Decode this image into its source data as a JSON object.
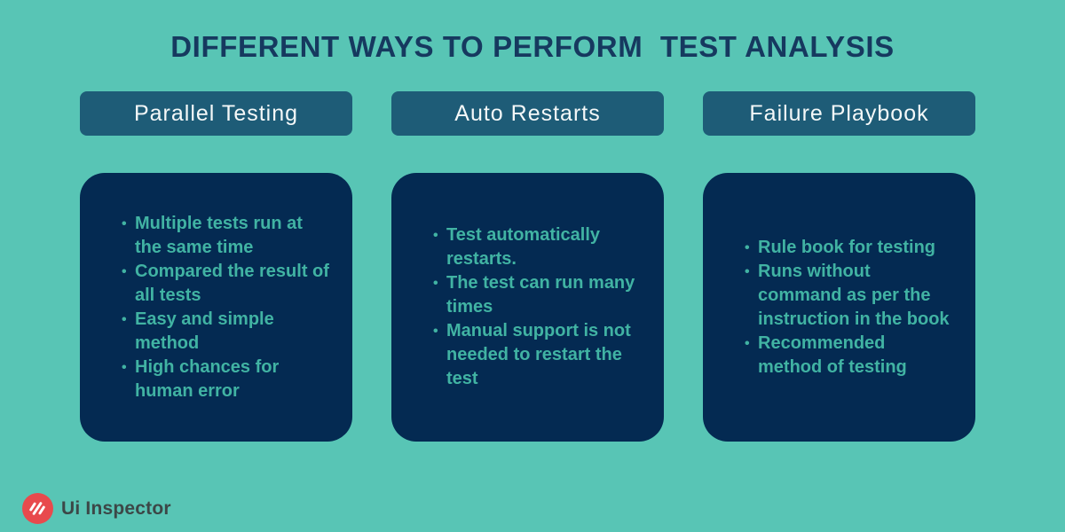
{
  "title": "DIFFERENT WAYS TO PERFORM  TEST ANALYSIS",
  "columns": [
    {
      "header": "Parallel Testing",
      "bullets": [
        "Multiple tests run at the same time",
        "Compared the result of all tests",
        "Easy and simple method",
        "High chances for human error"
      ]
    },
    {
      "header": "Auto Restarts",
      "bullets": [
        "Test automatically restarts.",
        "The test can run many times",
        "Manual support is not needed to restart the test"
      ]
    },
    {
      "header": "Failure Playbook",
      "bullets": [
        "Rule book for testing",
        "Runs without command as per the instruction in the book",
        "Recommended method of testing"
      ]
    }
  ],
  "footer": {
    "brand": "Ui Inspector",
    "logo_icon": "slashes-circle-icon"
  },
  "colors": {
    "bg": "#58C5B5",
    "header-box": "#1E5C77",
    "header-text": "#F4F8F8",
    "card": "#042A52",
    "card-text": "#41B3A3",
    "title-text": "#16395F",
    "brand-text": "#3C4747",
    "logo-red": "#E84A4D"
  }
}
